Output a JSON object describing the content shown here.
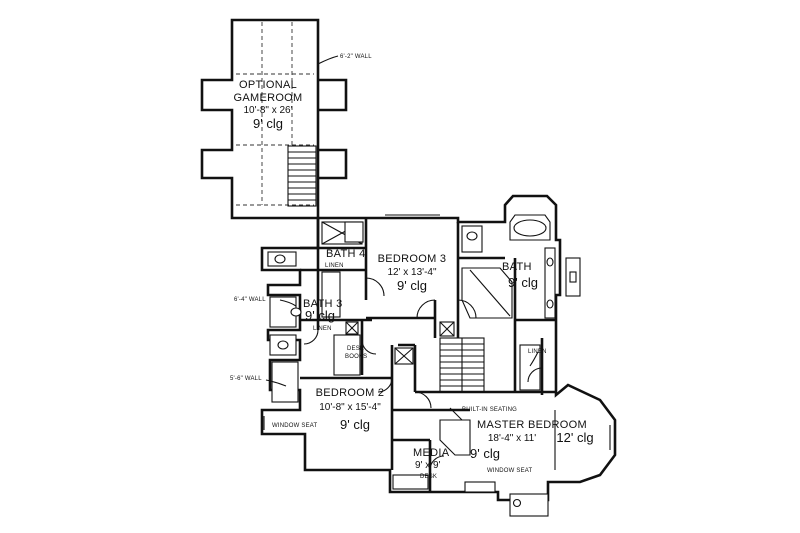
{
  "rooms": {
    "gameroom": {
      "title_1": "OPTIONAL",
      "title_2": "GAMEROOM",
      "size": "10'-8\" x 26'",
      "ceiling": "9' clg"
    },
    "bath4": {
      "title": "BATH 4"
    },
    "bedroom3": {
      "title": "BEDROOM 3",
      "size": "12' x 13'-4\"",
      "ceiling": "9' clg"
    },
    "bath_master": {
      "title": "BATH",
      "ceiling": "9' clg"
    },
    "bath3": {
      "title": "BATH 3",
      "ceiling": "9' clg"
    },
    "bedroom2": {
      "title": "BEDROOM 2",
      "size": "10'-8\" x 15'-4\"",
      "ceiling": "9' clg"
    },
    "master": {
      "title": "MASTER BEDROOM",
      "size": "18'-4\" x 11'",
      "ceiling": "12' clg",
      "ceiling_2": "9' clg"
    },
    "media": {
      "title": "MEDIA",
      "size": "9' x 9'"
    }
  },
  "notes": {
    "wall_62": "6'-2\" WALL",
    "wall_64": "6'-4\" WALL",
    "wall_56": "5'-6\" WALL",
    "linen_a": "LINEN",
    "linen_b": "LINEN",
    "linen_c": "LINEN",
    "desk_books_1": "DESK",
    "desk_books_2": "BOOKS",
    "builtin_seating": "BUILT-IN SEATING",
    "window_seat_a": "WINDOW SEAT",
    "window_seat_b": "WINDOW SEAT",
    "desk_media": "DESK"
  }
}
